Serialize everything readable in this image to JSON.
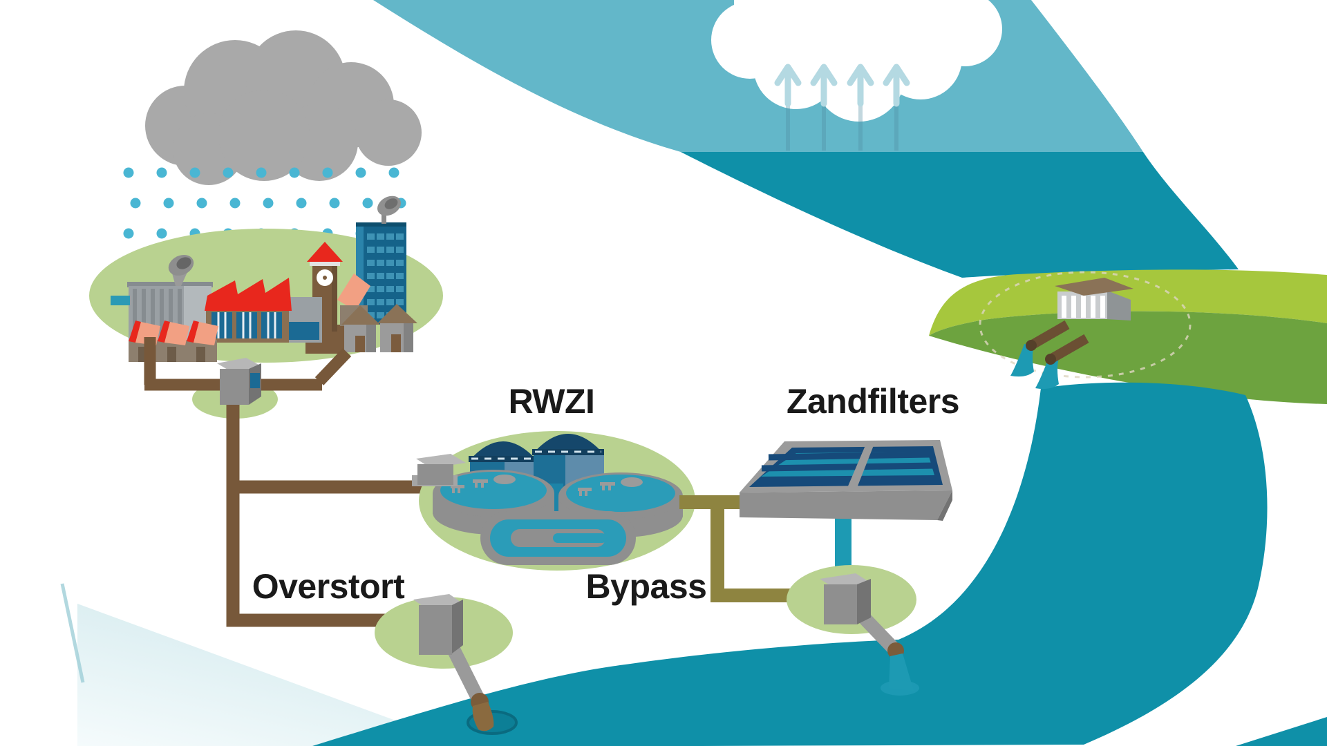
{
  "diagram": {
    "labels": {
      "rwzi": "RWZI",
      "zandfilters": "Zandfilters",
      "overstort": "Overstort",
      "bypass": "Bypass"
    },
    "icons": [
      "rain-cloud-icon",
      "evaporation-cloud-icon",
      "satellite-dish-icon",
      "treatment-plant-icon",
      "sand-filter-icon",
      "pump-station-icon",
      "outfall-icon",
      "dike-building-icon"
    ]
  },
  "colors": {
    "water_dark": "#0f90a8",
    "water_light": "#63b7c9",
    "wedge": "#c5e3e8",
    "green_pad": "#b9d290",
    "dike_light": "#a6c73d",
    "dike_dark": "#6da33f",
    "pipe_brown": "#77583a",
    "pipe_olive": "#8e8440",
    "pipe_teal": "#1d9ab3",
    "cloud_gray": "#a9a9a9",
    "rain": "#49b6d3",
    "roof_red": "#e8271d",
    "roof_salmon": "#f2a083",
    "window_blue": "#1b6a94",
    "tower_teal": "#15638a",
    "digester_navy": "#15476b",
    "digester_body": "#5e8cab",
    "digester_panel": "#1d6f96",
    "pool_teal": "#2b9cb8",
    "sewage_brown": "#8a6a3f",
    "structure_gray": "#8f8f8f",
    "label": "#1a1a1a"
  }
}
